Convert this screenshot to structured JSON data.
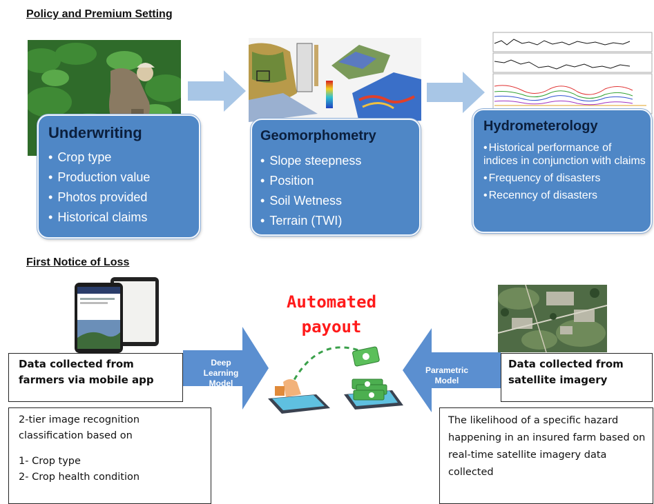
{
  "sections": {
    "policy_heading": "Policy and Premium Setting",
    "fnol_heading": "First Notice of Loss"
  },
  "underwriting": {
    "title": "Underwriting",
    "items": [
      "Crop type",
      "Production value",
      "Photos provided",
      "Historical claims"
    ]
  },
  "geomorphometry": {
    "title": "Geomorphometry",
    "items": [
      "Slope steepness",
      "Position",
      "Soil Wetness",
      "Terrain (TWI)"
    ]
  },
  "hydrometerology": {
    "title": "Hydrometerology",
    "items": [
      "Historical performance of indices in conjunction with claims",
      "Frequency of disasters",
      "Recenncy of disasters"
    ]
  },
  "mobile": {
    "caption": "Data collected from farmers via mobile app",
    "model_label": "Deep Learning Model",
    "desc_intro": "2-tier image recognition classification based on",
    "desc_items": [
      "1-   Crop type",
      "2-   Crop health condition"
    ]
  },
  "satellite": {
    "caption": "Data collected from satellite imagery",
    "model_label": "Parametric Model",
    "desc": "The likelihood of a specific hazard happening in an insured farm based on real-time satellite imagery data collected"
  },
  "payout": {
    "line1": "Automated",
    "line2": "payout"
  },
  "colors": {
    "box_blue": "#4f87c6",
    "arrow_blue": "#a8c6e6",
    "big_arrow_blue": "#5b8fd0",
    "payout_red": "#ff1a1a"
  }
}
